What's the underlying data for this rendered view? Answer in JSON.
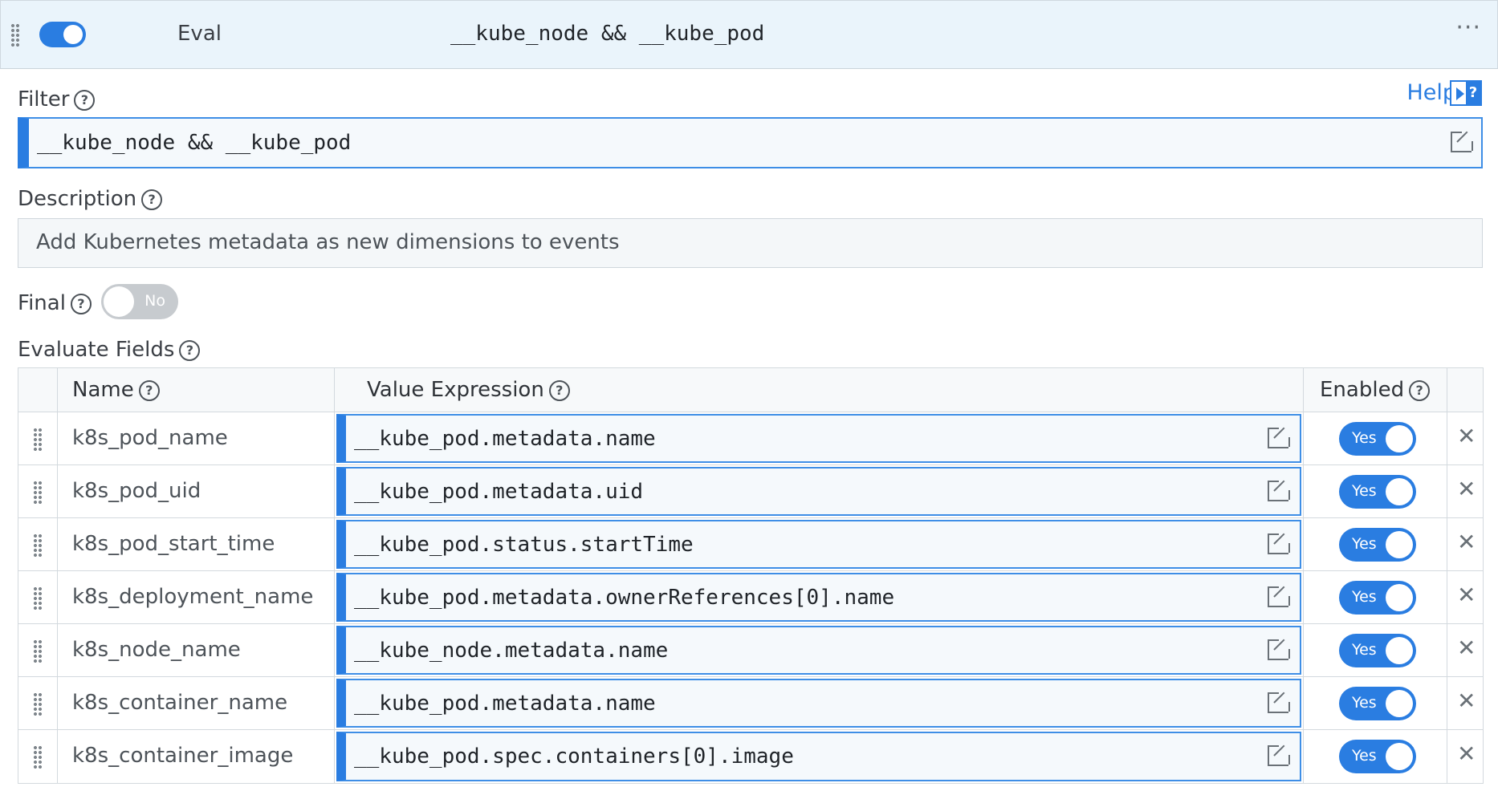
{
  "header": {
    "enabled": true,
    "function_name": "Eval",
    "filter_summary": "__kube_node && __kube_pod",
    "more_label": "···"
  },
  "filter": {
    "label": "Filter",
    "help_link": "Help",
    "value": "__kube_node && __kube_pod"
  },
  "description": {
    "label": "Description",
    "value": "Add Kubernetes metadata as new dimensions to events"
  },
  "final": {
    "label": "Final",
    "state_label": "No"
  },
  "evaluate_fields": {
    "label": "Evaluate Fields",
    "columns": {
      "name": "Name",
      "value_expression": "Value Expression",
      "enabled": "Enabled"
    },
    "rows": [
      {
        "name": "k8s_pod_name",
        "expression": "__kube_pod.metadata.name",
        "enabled_label": "Yes"
      },
      {
        "name": "k8s_pod_uid",
        "expression": "__kube_pod.metadata.uid",
        "enabled_label": "Yes"
      },
      {
        "name": "k8s_pod_start_time",
        "expression": "__kube_pod.status.startTime",
        "enabled_label": "Yes"
      },
      {
        "name": "k8s_deployment_name",
        "expression": "__kube_pod.metadata.ownerReferences[0].name",
        "enabled_label": "Yes"
      },
      {
        "name": "k8s_node_name",
        "expression": "__kube_node.metadata.name",
        "enabled_label": "Yes"
      },
      {
        "name": "k8s_container_name",
        "expression": "__kube_pod.metadata.name",
        "enabled_label": "Yes"
      },
      {
        "name": "k8s_container_image",
        "expression": "__kube_pod.spec.containers[0].image",
        "enabled_label": "Yes"
      }
    ]
  },
  "colors": {
    "accent": "#2a7de1",
    "header_bg": "#eaf4fb",
    "toggle_off": "#c7cbcf"
  }
}
